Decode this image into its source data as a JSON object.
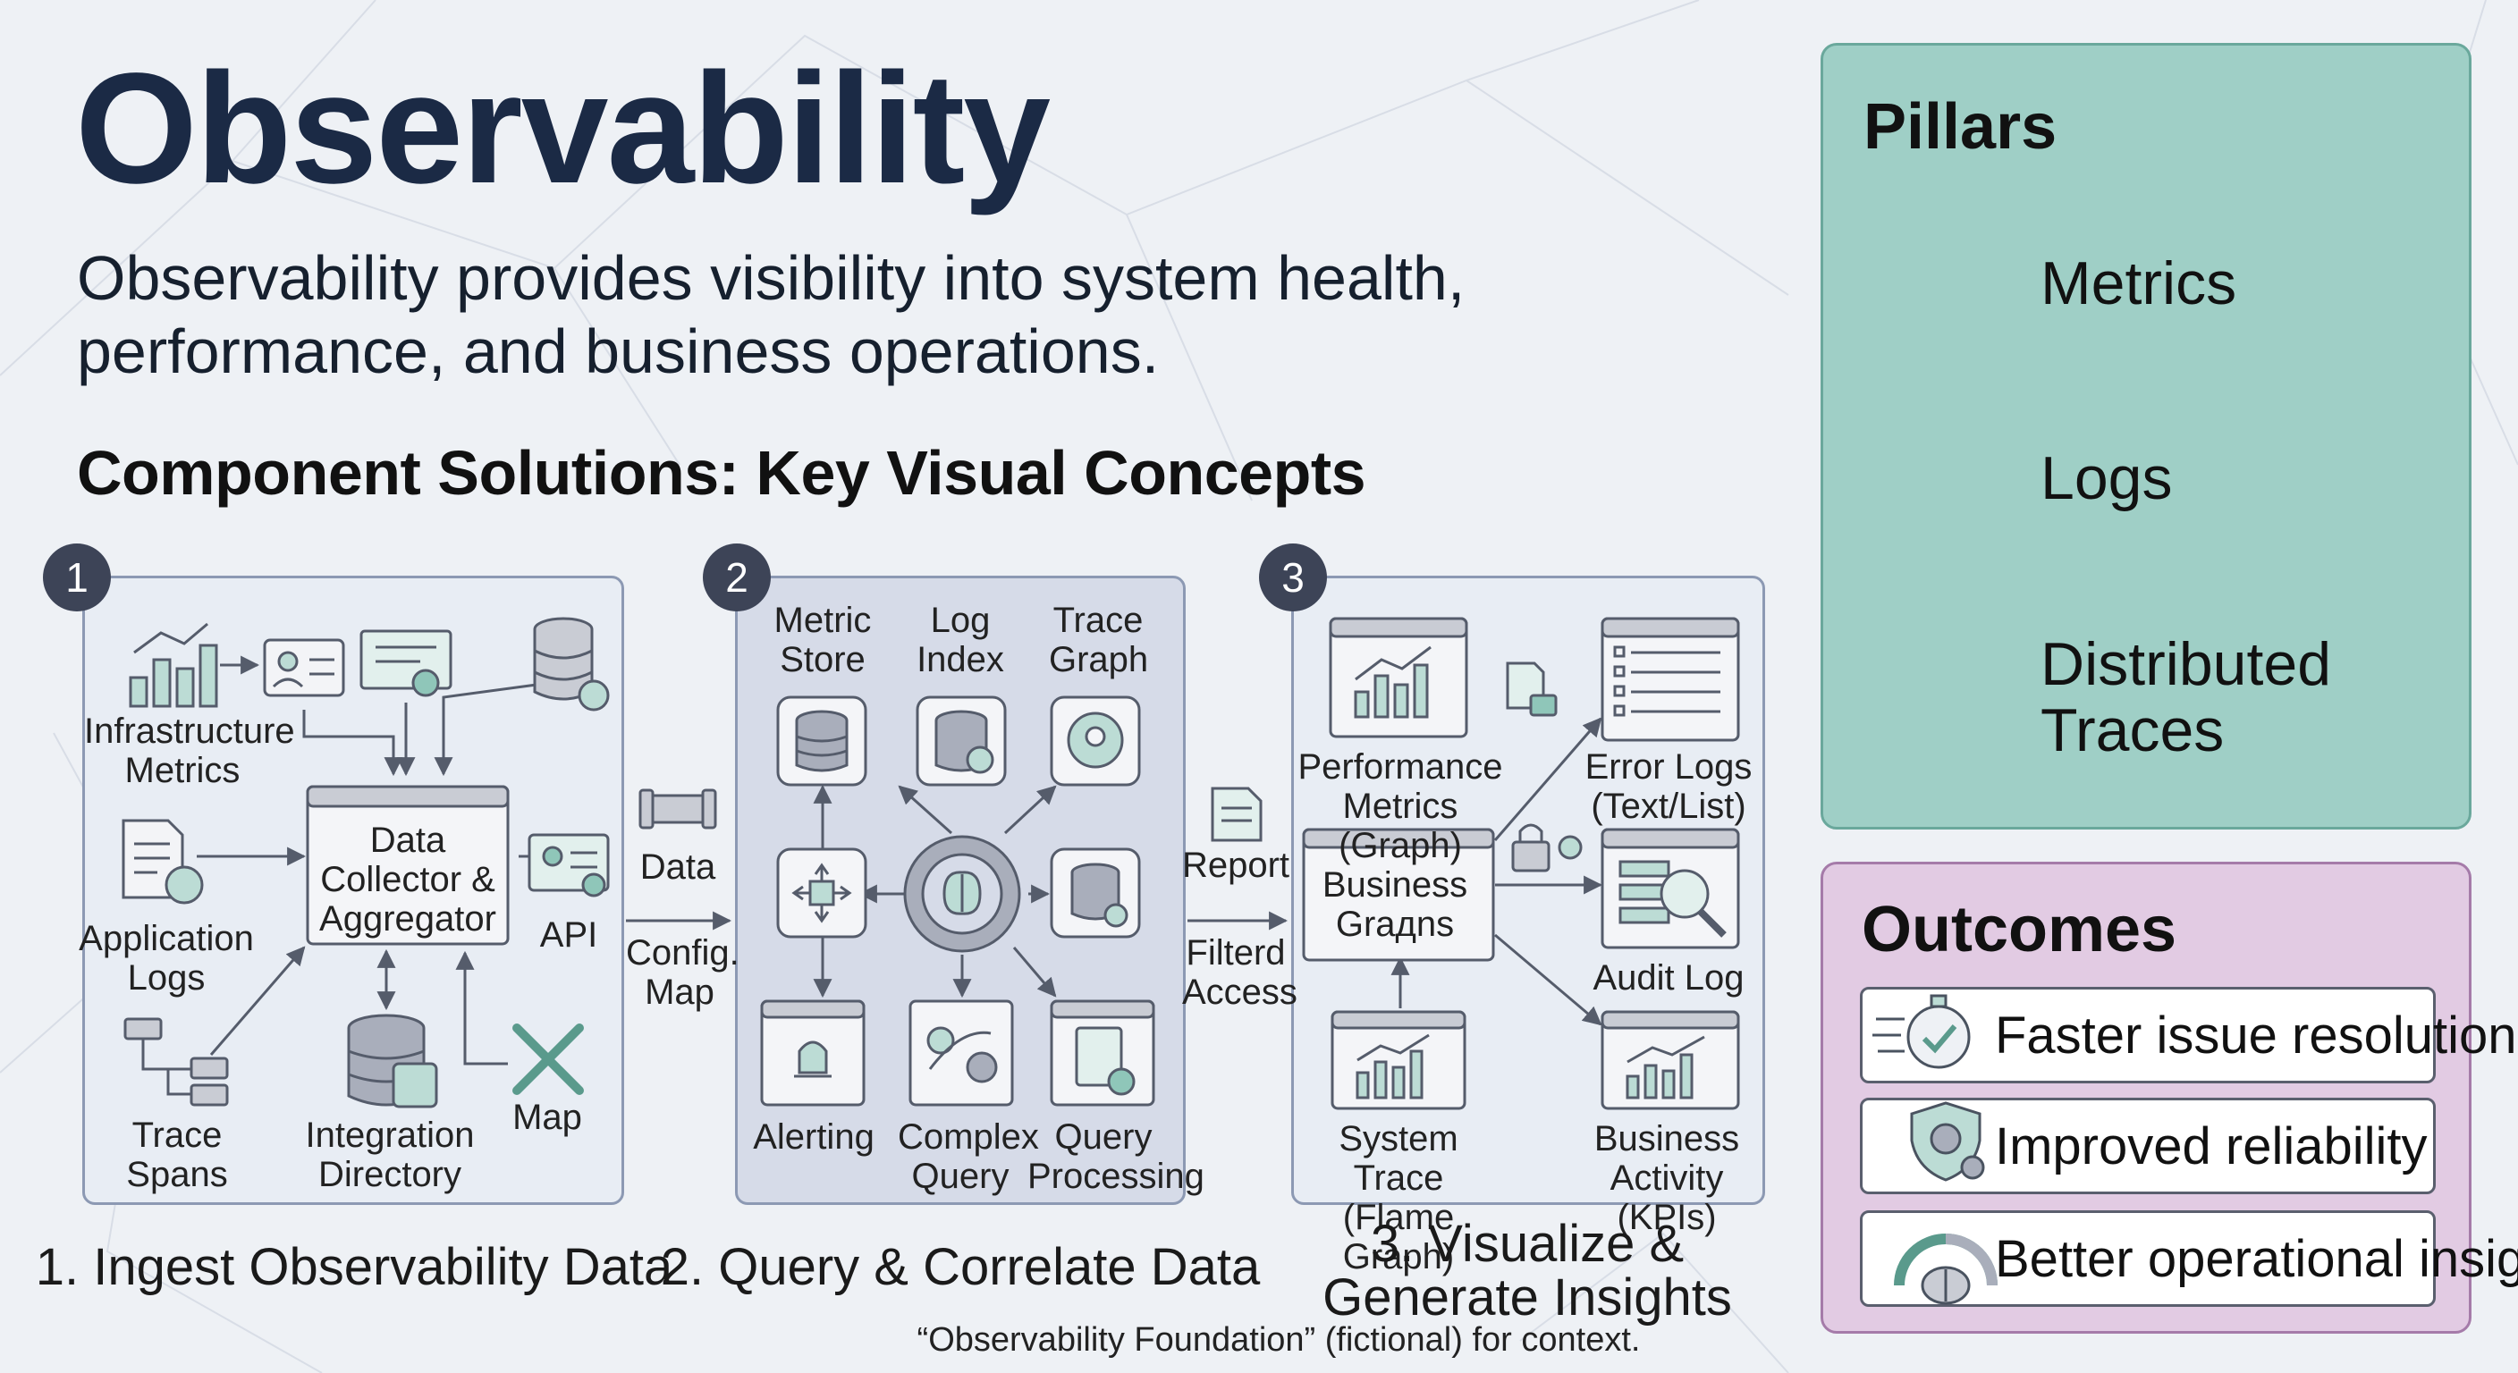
{
  "header": {
    "title": "Observability",
    "subtitle": "Observability provides visibility into system health, performance, and business operations.",
    "section_heading": "Component Solutions: Key Visual Concepts"
  },
  "steps": [
    {
      "number": "1",
      "caption": "1. Ingest Observability Data",
      "nodes": {
        "infra_metrics": "Infrastructure Metrics",
        "app_logs": "Application Logs",
        "trace_spans": "Trace Spans",
        "collector": "Data Collector & Aggregator",
        "integration_dir": "Integration Directory",
        "api": "API",
        "map": "Map"
      }
    },
    {
      "number": "2",
      "caption": "2. Query & Correlate Data",
      "nodes": {
        "metric_store": "Metric Store",
        "log_index": "Log Index",
        "trace_graph": "Trace Graph",
        "alerting": "Alerting",
        "complex_query": "Complex Query",
        "query_processing": "Query Processing"
      }
    },
    {
      "number": "3",
      "caption": "3. Visualize & Generate Insights",
      "nodes": {
        "perf_metrics": "Performance Metrics (Graph)",
        "error_logs": "Error Logs (Text/List)",
        "business_graphs": "Business Graдns",
        "audit_log": "Audit Log",
        "system_trace": "System Trace (Flame Graph)",
        "business_activity": "Business Activity (KPIs)"
      }
    }
  ],
  "connectors": {
    "data": "Data",
    "config_map": "Config. Map",
    "report": "Report",
    "filtered_access": "Filterd Access"
  },
  "footnote": "“Observability Foundation” (fictional) for context.",
  "pillars": {
    "heading": "Pillars",
    "items": [
      {
        "label": "Metrics",
        "icon": "bar-line-chart-icon"
      },
      {
        "label": "Logs",
        "icon": "document-clock-icon"
      },
      {
        "label": "Distributed Traces",
        "icon": "flowchart-timer-icon"
      }
    ]
  },
  "outcomes": {
    "heading": "Outcomes",
    "items": [
      {
        "label": "Faster issue resolution",
        "icon": "stopwatch-check-icon"
      },
      {
        "label": "Improved reliability",
        "icon": "shield-gear-icon"
      },
      {
        "label": "Better operational insights",
        "icon": "gauge-brain-icon"
      }
    ]
  },
  "colors": {
    "title": "#1b2a45",
    "pillars_bg": "#9fcfc6",
    "outcomes_bg": "#e2cbe3",
    "accent_teal": "#6fb3a6",
    "badge": "#3d4457"
  }
}
